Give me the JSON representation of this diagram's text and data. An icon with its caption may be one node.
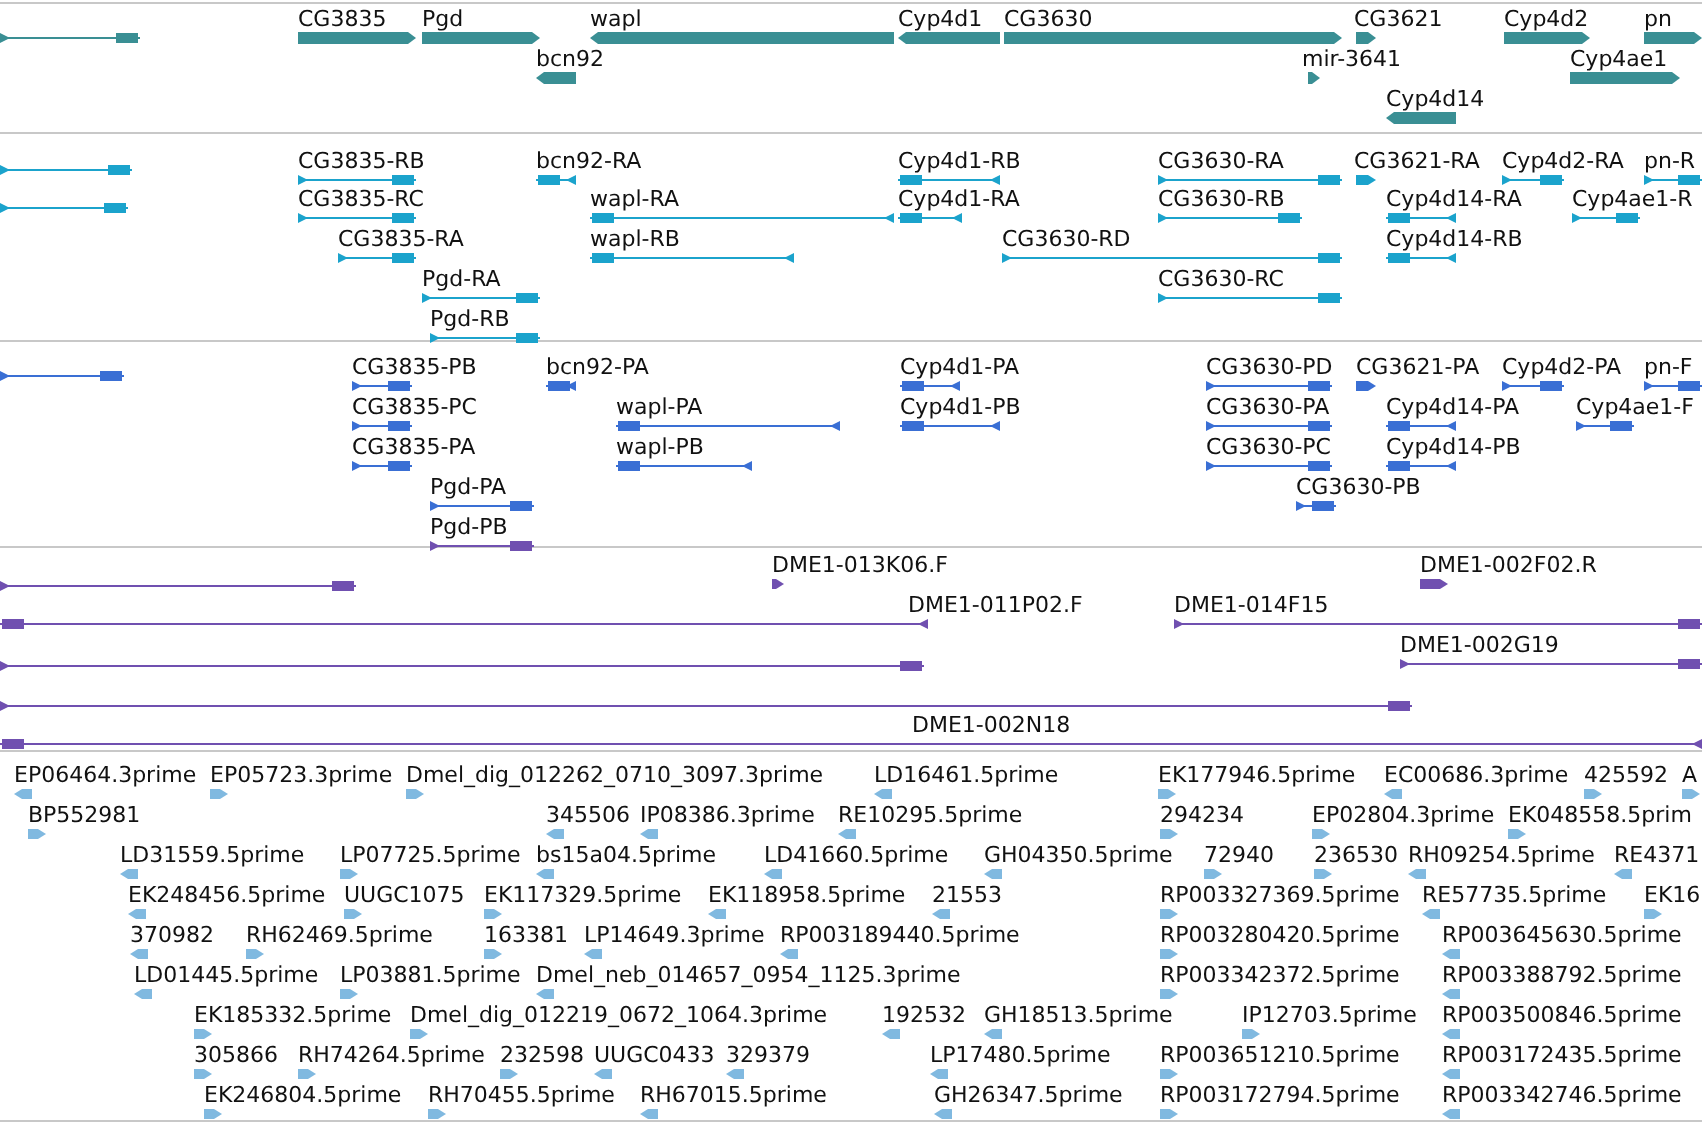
{
  "diagram": {
    "labels": [
      "CG3835",
      "Pgd",
      "wapl",
      "Cyp4d1",
      "CG3630",
      "CG3621",
      "Cyp4d2",
      "pn",
      "bcn92",
      "mir-3641",
      "Cyp4ae1",
      "Cyp4d14",
      "CG3835-RB",
      "bcn92-RA",
      "Cyp4d1-RB",
      "CG3630-RA",
      "CG3621-RA",
      "Cyp4d2-RA",
      "pn-R",
      "CG3835-RC",
      "wapl-RA",
      "Cyp4d1-RA",
      "CG3630-RB",
      "Cyp4d14-RA",
      "Cyp4ae1-R",
      "CG3835-RA",
      "wapl-RB",
      "CG3630-RD",
      "Cyp4d14-RB",
      "Pgd-RA",
      "CG3630-RC",
      "Pgd-RB",
      "CG3835-PB",
      "bcn92-PA",
      "Cyp4d1-PA",
      "CG3630-PD",
      "CG3621-PA",
      "Cyp4d2-PA",
      "pn-F",
      "CG3835-PC",
      "wapl-PA",
      "Cyp4d1-PB",
      "CG3630-PA",
      "Cyp4d14-PA",
      "Cyp4ae1-F",
      "CG3835-PA",
      "wapl-PB",
      "CG3630-PC",
      "Cyp4d14-PB",
      "Pgd-PA",
      "CG3630-PB",
      "Pgd-PB",
      "DME1-013K06.F",
      "DME1-002F02.R",
      "DME1-011P02.F",
      "DME1-014F15",
      "DME1-002G19",
      "DME1-002N18",
      "EP06464.3prime",
      "EP05723.3prime",
      "Dmel_dig_012262_0710_3097.3prime",
      "LD16461.5prime",
      "EK177946.5prime",
      "EC00686.3prime",
      "425592",
      "A",
      "BP552981",
      "345506",
      "IP08386.3prime",
      "RE10295.5prime",
      "294234",
      "EP02804.3prime",
      "EK048558.5prim",
      "LD31559.5prime",
      "LP07725.5prime",
      "bs15a04.5prime",
      "LD41660.5prime",
      "GH04350.5prime",
      "72940",
      "236530",
      "RH09254.5prime",
      "RE4371",
      "EK248456.5prime",
      "UUGC1075",
      "EK117329.5prime",
      "EK118958.5prime",
      "21553",
      "RP003327369.5prime",
      "RE57735.5prime",
      "EK16",
      "370982",
      "RH62469.5prime",
      "163381",
      "LP14649.3prime",
      "RP003189440.5prime",
      "RP003280420.5prime",
      "RP003645630.5prime",
      "LD01445.5prime",
      "LP03881.5prime",
      "Dmel_neb_014657_0954_1125.3prime",
      "RP003342372.5prime",
      "RP003388792.5prime",
      "EK185332.5prime",
      "Dmel_dig_012219_0672_1064.3prime",
      "192532",
      "GH18513.5prime",
      "IP12703.5prime",
      "RP003500846.5prime",
      "305866",
      "RH74264.5prime",
      "232598",
      "UUGC0433",
      "329379",
      "LP17480.5prime",
      "RP003651210.5prime",
      "RP003172435.5prime",
      "EK246804.5prime",
      "RH70455.5prime",
      "RH67015.5prime",
      "GH26347.5prime",
      "RP003172794.5prime",
      "RP003342746.5prime"
    ]
  }
}
